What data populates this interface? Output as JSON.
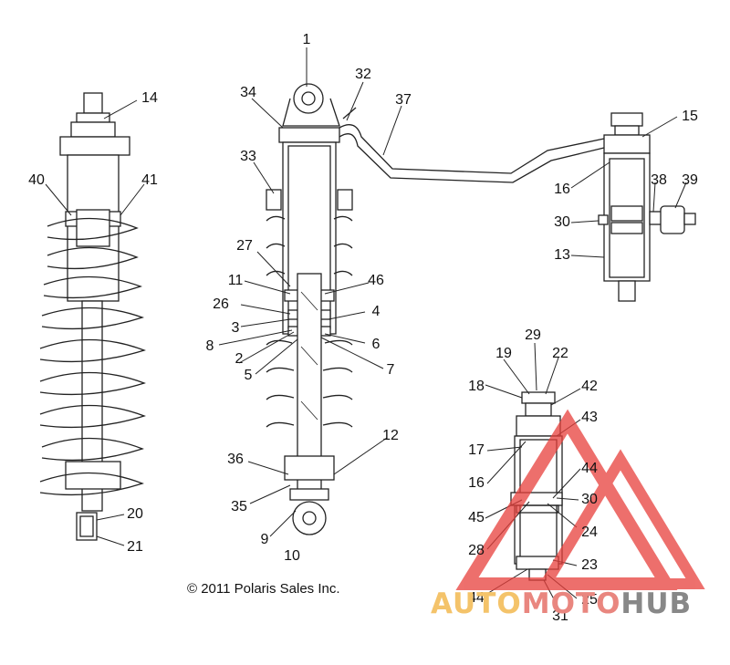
{
  "copyright": "© 2011 Polaris Sales Inc.",
  "watermark": {
    "part1": "AUTO",
    "part2": "MOTO",
    "part3": "HUB",
    "colors": {
      "part1": "#f4c36a",
      "part2": "#e9867f",
      "part3": "#888888",
      "triangle": "#e8403c"
    }
  },
  "callouts": [
    "1",
    "2",
    "3",
    "4",
    "5",
    "6",
    "7",
    "8",
    "9",
    "10",
    "11",
    "12",
    "13",
    "14",
    "15",
    "16",
    "16",
    "17",
    "18",
    "19",
    "20",
    "21",
    "22",
    "23",
    "24",
    "25",
    "26",
    "27",
    "28",
    "29",
    "30",
    "30",
    "31",
    "32",
    "33",
    "34",
    "35",
    "36",
    "37",
    "38",
    "39",
    "40",
    "41",
    "42",
    "43",
    "44",
    "44",
    "45",
    "46"
  ]
}
